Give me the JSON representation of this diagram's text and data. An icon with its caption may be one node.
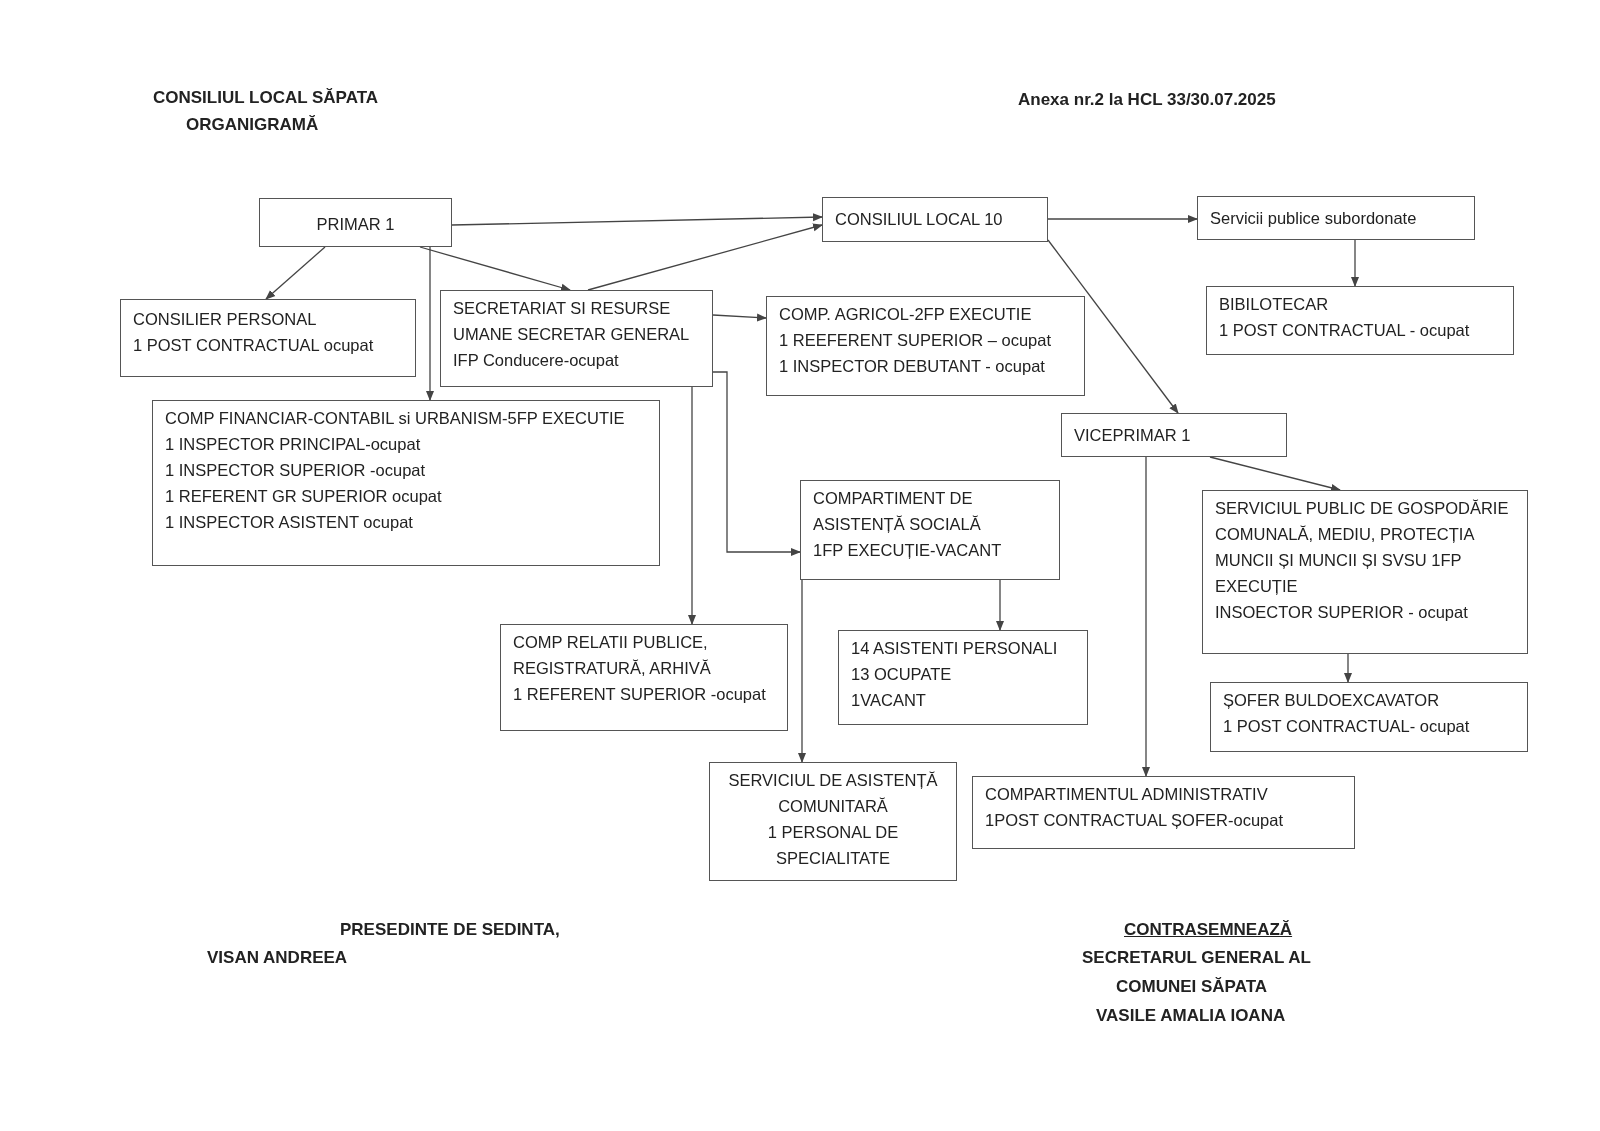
{
  "diagram": {
    "nodes": [
      {
        "text": [
          "PRIMAR 1"
        ]
      },
      {
        "text": [
          "CONSILIUL LOCAL 10"
        ]
      },
      {
        "text": [
          "Servicii publice subordonate"
        ]
      },
      {
        "text": [
          "CONSILIER PERSONAL",
          "1 POST CONTRACTUAL ocupat"
        ]
      },
      {
        "text": [
          "SECRETARIAT SI RESURSE UMANE SECRETAR GENERAL",
          "IFP Conducere-ocupat"
        ]
      },
      {
        "text": [
          "COMP. AGRICOL-2FP EXECUTIE",
          "1 REEFERENT SUPERIOR – ocupat",
          "1 INSPECTOR DEBUTANT - ocupat"
        ]
      },
      {
        "text": [
          "BIBILOTECAR",
          "1 POST CONTRACTUAL - ocupat"
        ]
      },
      {
        "text": [
          "COMP FINANCIAR-CONTABIL si URBANISM-5FP EXECUTIE",
          "1 INSPECTOR PRINCIPAL-ocupat",
          "1 INSPECTOR SUPERIOR -ocupat",
          "1 REFERENT GR SUPERIOR ocupat",
          "1 INSPECTOR ASISTENT ocupat"
        ]
      },
      {
        "text": [
          "VICEPRIMAR 1"
        ]
      },
      {
        "text": [
          "COMPARTIMENT DE ASISTENȚĂ SOCIALĂ",
          "1FP EXECUȚIE-VACANT"
        ]
      },
      {
        "text": [
          "SERVICIUL PUBLIC DE GOSPODĂRIE COMUNALĂ, MEDIU, PROTECȚIA MUNCII ȘI MUNCII ȘI SVSU 1FP EXECUȚIE",
          "INSOECTOR SUPERIOR - ocupat"
        ]
      },
      {
        "text": [
          "COMP RELATII PUBLICE, REGISTRATURĂ, ARHIVĂ",
          "1 REFERENT SUPERIOR -ocupat"
        ]
      },
      {
        "text": [
          "14 ASISTENTI PERSONALI",
          "13 OCUPATE",
          "1VACANT"
        ]
      },
      {
        "text": [
          "ȘOFER BULDOEXCAVATOR",
          "1 POST CONTRACTUAL- ocupat"
        ]
      },
      {
        "text": [
          "SERVICIUL DE ASISTENȚĂ COMUNITARĂ",
          "1 PERSONAL DE SPECIALITATE"
        ]
      },
      {
        "text": [
          "COMPARTIMENTUL ADMINISTRATIV",
          "1POST CONTRACTUAL ȘOFER-ocupat"
        ]
      }
    ],
    "edges": [
      {
        "from": 0,
        "to": 1,
        "arrow": "to"
      },
      {
        "from": 4,
        "to": 1,
        "arrow": "to"
      },
      {
        "from": 0,
        "to": 3,
        "arrow": "to"
      },
      {
        "from": 0,
        "to": 7,
        "arrow": "to"
      },
      {
        "from": 0,
        "to": 4,
        "arrow": "to"
      },
      {
        "from": 1,
        "to": 2,
        "arrow": "to"
      },
      {
        "from": 1,
        "to": 8,
        "arrow": "to"
      },
      {
        "from": 2,
        "to": 6,
        "arrow": "to"
      },
      {
        "from": 4,
        "to": 5,
        "arrow": "to"
      },
      {
        "from": 4,
        "to": 9,
        "arrow": "to"
      },
      {
        "from": 4,
        "to": 11,
        "arrow": "to"
      },
      {
        "from": 9,
        "to": 12,
        "arrow": "to"
      },
      {
        "from": 9,
        "to": 14,
        "arrow": "to"
      },
      {
        "from": 8,
        "to": 15,
        "arrow": "to"
      },
      {
        "from": 8,
        "to": 10,
        "arrow": "to"
      },
      {
        "from": 10,
        "to": 13,
        "arrow": "to"
      }
    ],
    "labels": [
      "CONSILIUL LOCAL SĂPATA",
      "ORGANIGRAMĂ",
      "Anexa nr.2 la HCL 33/30.07.2025",
      "PRESEDINTE DE SEDINTA,",
      "VISAN ANDREEA",
      "CONTRASEMNEAZĂ",
      "SECRETARUL GENERAL AL",
      "COMUNEI SĂPATA",
      "VASILE AMALIA IOANA"
    ]
  }
}
